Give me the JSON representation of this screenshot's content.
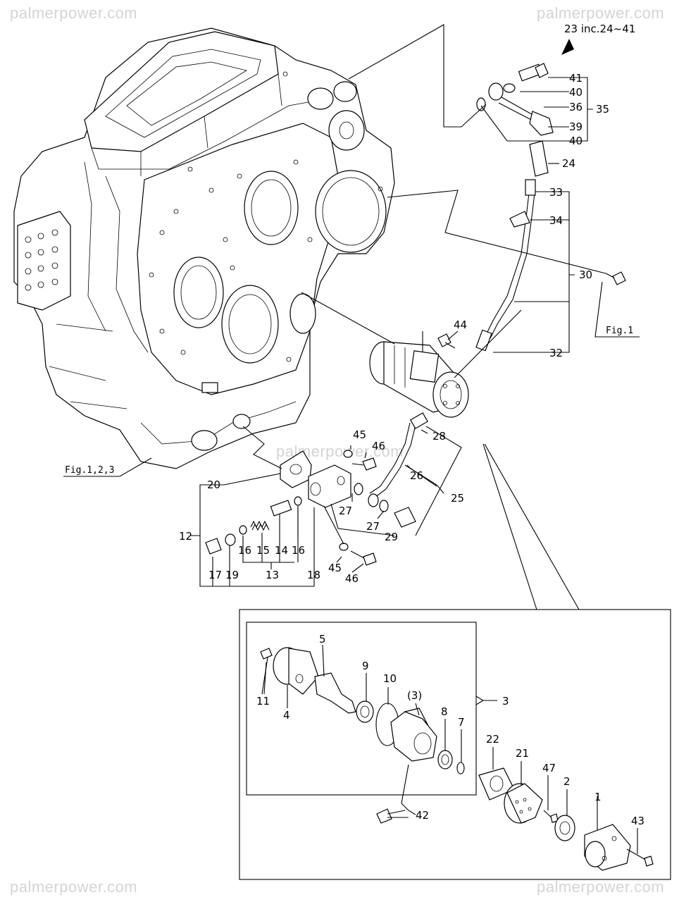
{
  "watermarks": {
    "top_left": "palmerpower.com",
    "top_right": "palmerpower.com",
    "center": "palmerpower.com",
    "bottom_left": "palmerpower.com",
    "bottom_right": "palmerpower.com"
  },
  "assembly_note": "23 inc.24~41",
  "figure_refs": {
    "fig1": "Fig.1",
    "fig123": "Fig.1,2,3"
  },
  "callouts": {
    "n1": "1",
    "n2": "2",
    "n3": "3",
    "n3p": "(3)",
    "n4": "4",
    "n5": "5",
    "n7": "7",
    "n8": "8",
    "n9": "9",
    "n10": "10",
    "n11": "11",
    "n12": "12",
    "n13": "13",
    "n14": "14",
    "n15": "15",
    "n16a": "16",
    "n16b": "16",
    "n17": "17",
    "n18": "18",
    "n19": "19",
    "n20": "20",
    "n21": "21",
    "n22": "22",
    "n24": "24",
    "n25": "25",
    "n26": "26",
    "n27a": "27",
    "n27b": "27",
    "n28": "28",
    "n29": "29",
    "n30": "30",
    "n32": "32",
    "n33": "33",
    "n34": "34",
    "n35": "35",
    "n36": "36",
    "n39": "39",
    "n40a": "40",
    "n40b": "40",
    "n41": "41",
    "n42": "42",
    "n43": "43",
    "n44": "44",
    "n45a": "45",
    "n45b": "45",
    "n46a": "46",
    "n46b": "46",
    "n47": "47"
  }
}
